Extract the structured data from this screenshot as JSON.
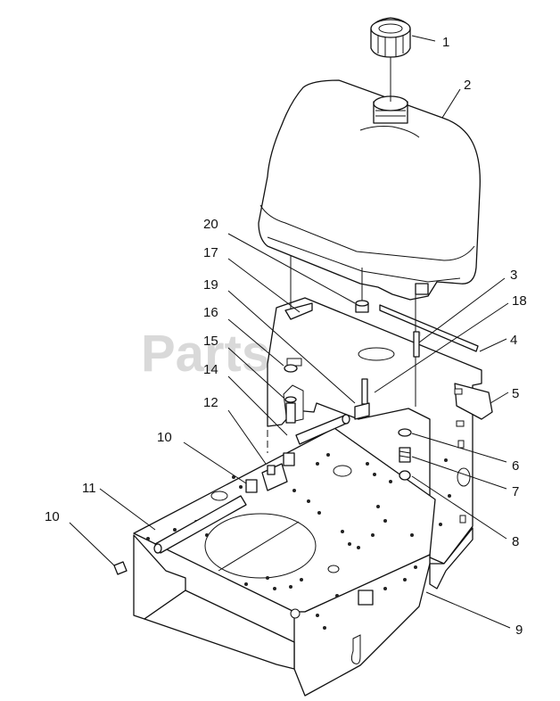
{
  "watermark": {
    "text": "PartsTree",
    "trademark": "™"
  },
  "callouts": [
    {
      "id": "c1",
      "number": "1"
    },
    {
      "id": "c2",
      "number": "2"
    },
    {
      "id": "c3",
      "number": "3"
    },
    {
      "id": "c18",
      "number": "18"
    },
    {
      "id": "c4",
      "number": "4"
    },
    {
      "id": "c5",
      "number": "5"
    },
    {
      "id": "c6",
      "number": "6"
    },
    {
      "id": "c7",
      "number": "7"
    },
    {
      "id": "c8",
      "number": "8"
    },
    {
      "id": "c9",
      "number": "9"
    },
    {
      "id": "c20",
      "number": "20"
    },
    {
      "id": "c17",
      "number": "17"
    },
    {
      "id": "c19",
      "number": "19"
    },
    {
      "id": "c16",
      "number": "16"
    },
    {
      "id": "c15",
      "number": "15"
    },
    {
      "id": "c14",
      "number": "14"
    },
    {
      "id": "c12",
      "number": "12"
    },
    {
      "id": "c10a",
      "number": "10"
    },
    {
      "id": "c11",
      "number": "11"
    },
    {
      "id": "c10b",
      "number": "10"
    }
  ]
}
